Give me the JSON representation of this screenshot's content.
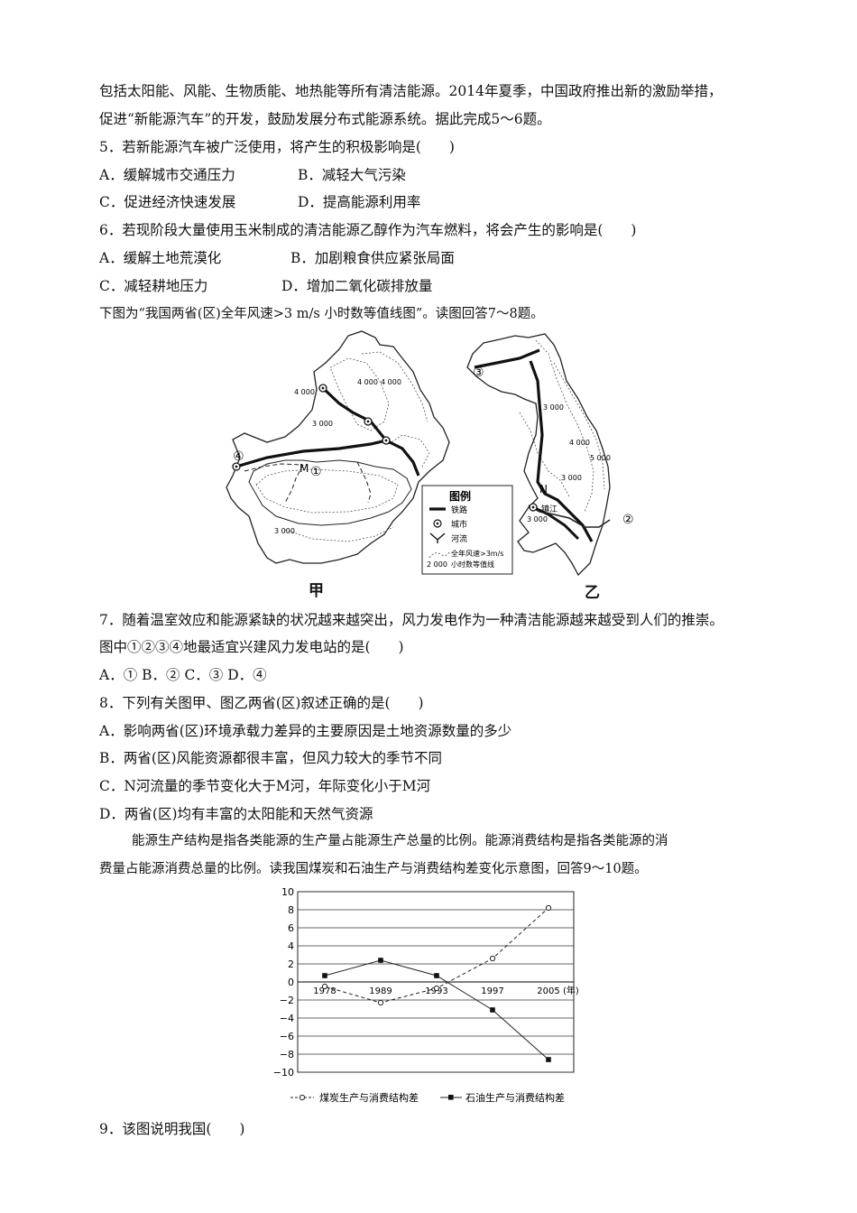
{
  "text": {
    "l1": "包括太阳能、风能、生物质能、地热能等所有清洁能源。2014年夏季，中国政府推出新的激励举措，",
    "l2": "促进“新能源汽车”的开发，鼓励发展分布式能源系统。据此完成5～6题。",
    "q5": "5．若新能源汽车被广泛使用，将产生的积极影响是(　　)",
    "q5a": "A．缓解城市交通压力",
    "q5b": "B．减轻大气污染",
    "q5c": "C．促进经济快速发展",
    "q5d": "D．提高能源利用率",
    "q6": "6．若现阶段大量使用玉米制成的清洁能源乙醇作为汽车燃料，将会产生的影响是(　　)",
    "q6a": "A．缓解土地荒漠化",
    "q6b": "B．加剧粮食供应紧张局面",
    "q6c": "C．减轻耕地压力",
    "q6d": "D．增加二氧化碳排放量",
    "intro78": "下图为“我国两省(区)全年风速>3 m/s 小时数等值线图”。读图回答7～8题。",
    "q7a": "7．随着温室效应和能源紧缺的状况越来越突出，风力发电作为一种清洁能源越来越受到人们的推崇。",
    "q7b": "图中①②③④地最适宜兴建风力发电站的是(　　)",
    "q7opts": "A．①  B．②  C．③  D．④",
    "q8": "8．下列有关图甲、图乙两省(区)叙述正确的是(　　)",
    "q8a": "A．影响两省(区)环境承载力差异的主要原因是土地资源数量的多少",
    "q8b": "B．两省(区)风能资源都很丰富，但风力较大的季节不同",
    "q8c": "C．N河流量的季节变化大于M河，年际变化小于M河",
    "q8d": "D．两省(区)均有丰富的太阳能和天然气资源",
    "intro910a": "能源生产结构是指各类能源的生产量占能源生产总量的比例。能源消费结构是指各类能源的消",
    "intro910b": "费量占能源消费总量的比例。读我国煤炭和石油生产与消费结构差变化示意图，回答9～10题。",
    "q9": "9．该图说明我国(　　)"
  },
  "map": {
    "label_left": "甲",
    "label_right": "乙",
    "legend_title": "图例",
    "legend_rail": "铁路",
    "legend_city": "城市",
    "legend_river": "河流",
    "legend_iso_num": "2 000",
    "legend_iso_1": "全年风速>3m/s",
    "legend_iso_2": "小时数等值线",
    "site1": "①",
    "site2": "②",
    "site3": "③",
    "site4": "④",
    "river_m": "M",
    "river_n": "N",
    "city_zj": "镇江",
    "iso_l_4000a": "4 000",
    "iso_l_4000b": "4 000",
    "iso_l_4000c": "4 000",
    "iso_l_3000a": "3 000",
    "iso_l_3000b": "3 000",
    "iso_r_3000a": "3 000",
    "iso_r_3000b": "3 000",
    "iso_r_3000c": "3 000",
    "iso_r_4000": "4 000",
    "iso_r_5000": "5 000"
  },
  "chart_data": {
    "type": "line",
    "x": [
      "1978",
      "1989",
      "1993",
      "1997",
      "2005"
    ],
    "x_unit": "(年)",
    "ylim": [
      -10,
      10
    ],
    "yticks": [
      "10",
      "8",
      "6",
      "4",
      "2",
      "0",
      "−2",
      "−4",
      "−6",
      "−8",
      "−10"
    ],
    "grid": true,
    "series": [
      {
        "name": "煤炭生产与消费结构差",
        "marker": "open-circle",
        "style": "dashed",
        "values": [
          -0.5,
          -2.3,
          -0.7,
          2.6,
          8.2
        ]
      },
      {
        "name": "石油生产与消费结构差",
        "marker": "filled-square",
        "style": "solid",
        "values": [
          0.7,
          2.4,
          0.7,
          -3.1,
          -8.6
        ]
      }
    ],
    "legend_placement": "bottom"
  }
}
